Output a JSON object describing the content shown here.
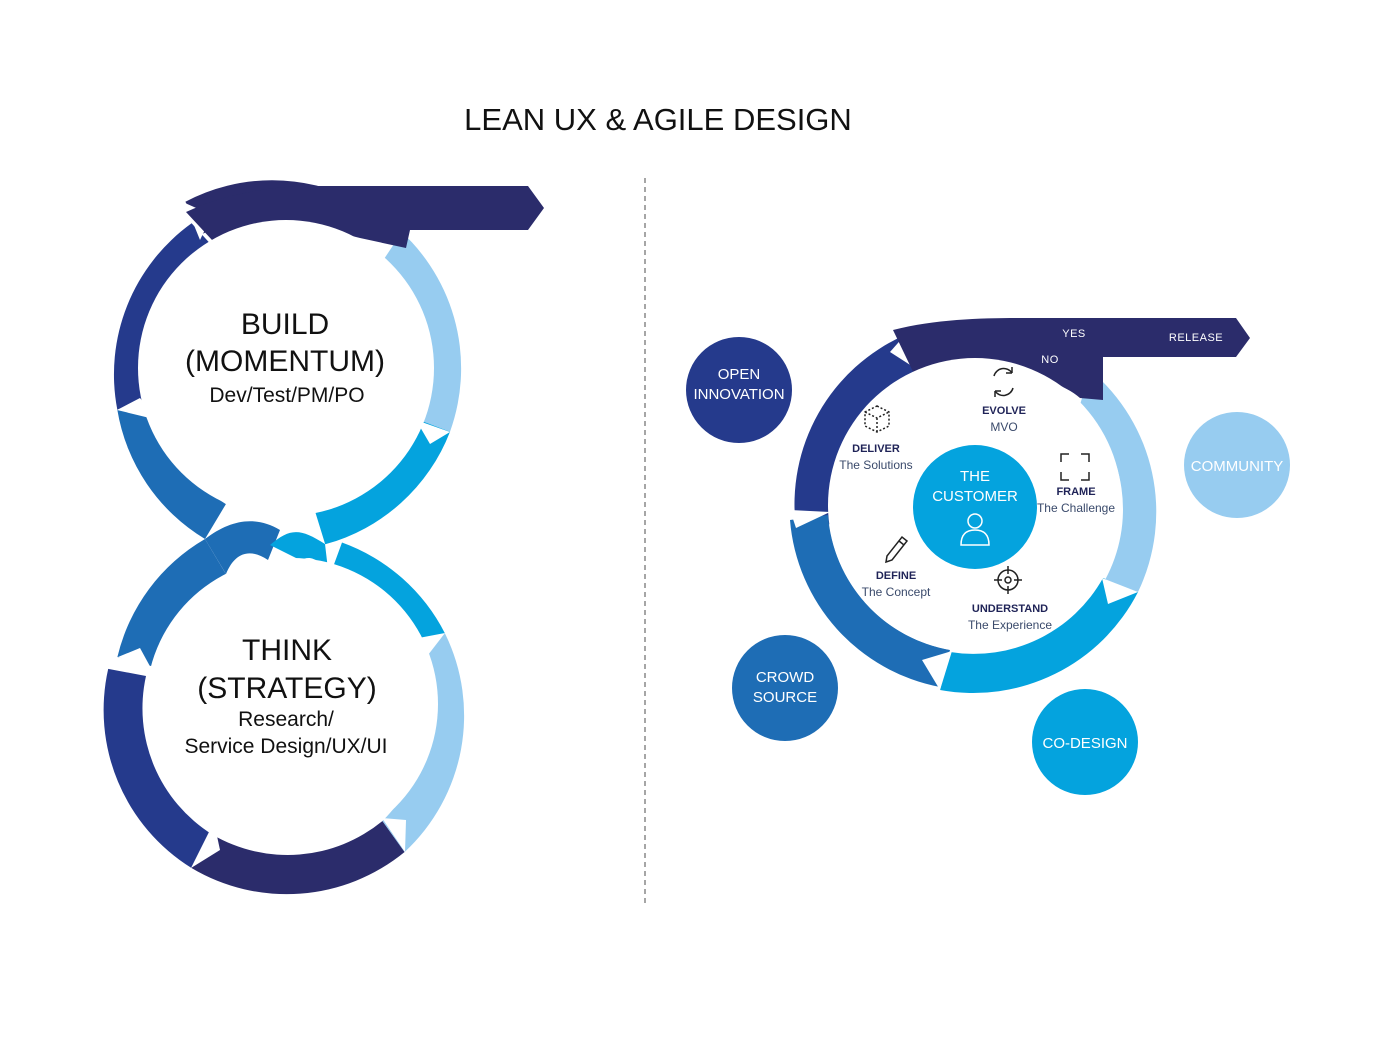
{
  "title": "LEAN UX & AGILE DESIGN",
  "colors": {
    "navy": "#2b2c6b",
    "royal": "#253a8c",
    "mid_blue": "#1e6db5",
    "bright_blue": "#04a3de",
    "light_blue": "#97ccf0",
    "divider": "#888888"
  },
  "left": {
    "top_loop": {
      "title_line1": "BUILD",
      "title_line2": "(MOMENTUM)",
      "subtitle": "Dev/Test/PM/PO"
    },
    "bottom_loop": {
      "title_line1": "THINK",
      "title_line2": "(STRATEGY)",
      "subtitle_line1": "Research/",
      "subtitle_line2": "Service Design/UX/UI"
    }
  },
  "right": {
    "center": {
      "line1": "THE",
      "line2": "CUSTOMER",
      "icon": "user-icon"
    },
    "flags": {
      "yes": "YES",
      "no": "NO",
      "release": "RELEASE"
    },
    "stages": [
      {
        "id": "evolve",
        "label": "EVOLVE",
        "sub": "MVO",
        "icon": "refresh-icon"
      },
      {
        "id": "deliver",
        "label": "DELIVER",
        "sub": "The Solutions",
        "icon": "cube-icon"
      },
      {
        "id": "frame",
        "label": "FRAME",
        "sub": "The Challenge",
        "icon": "frame-corners-icon"
      },
      {
        "id": "define",
        "label": "DEFINE",
        "sub": "The Concept",
        "icon": "pencil-icon"
      },
      {
        "id": "understand",
        "label": "UNDERSTAND",
        "sub": "The Experience",
        "icon": "crosshair-icon"
      }
    ],
    "bubbles": {
      "open_innovation": {
        "line1": "OPEN",
        "line2": "INNOVATION"
      },
      "community": {
        "line1": "COMMUNITY"
      },
      "crowd_source": {
        "line1": "CROWD",
        "line2": "SOURCE"
      },
      "co_design": {
        "line1": "CO-DESIGN"
      }
    }
  }
}
